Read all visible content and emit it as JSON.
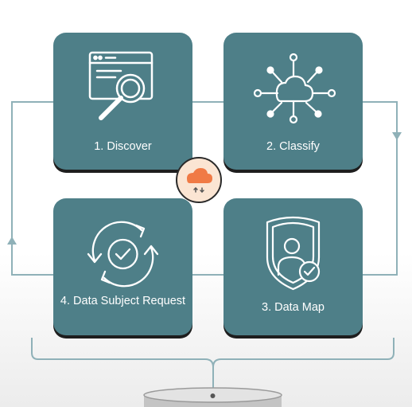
{
  "steps": [
    {
      "id": "discover",
      "label": "1. Discover",
      "icon": "magnifier-browser-icon"
    },
    {
      "id": "classify",
      "label": "2. Classify",
      "icon": "cloud-network-icon"
    },
    {
      "id": "data_map",
      "label": "3. Data Map",
      "icon": "shield-user-check-icon"
    },
    {
      "id": "dsr",
      "label": "4. Data Subject Request",
      "icon": "refresh-check-icon"
    }
  ],
  "hub": {
    "icon": "orange-cloud-icon"
  },
  "base": {
    "icon": "database-cylinder-icon"
  },
  "colors": {
    "card": "#4e7f88",
    "card_shadow": "#1e1e1e",
    "connector": "#8fb1b8",
    "hub_fill": "#fbe5d3",
    "hub_cloud": "#f07a45",
    "icon_stroke": "#ffffff"
  }
}
